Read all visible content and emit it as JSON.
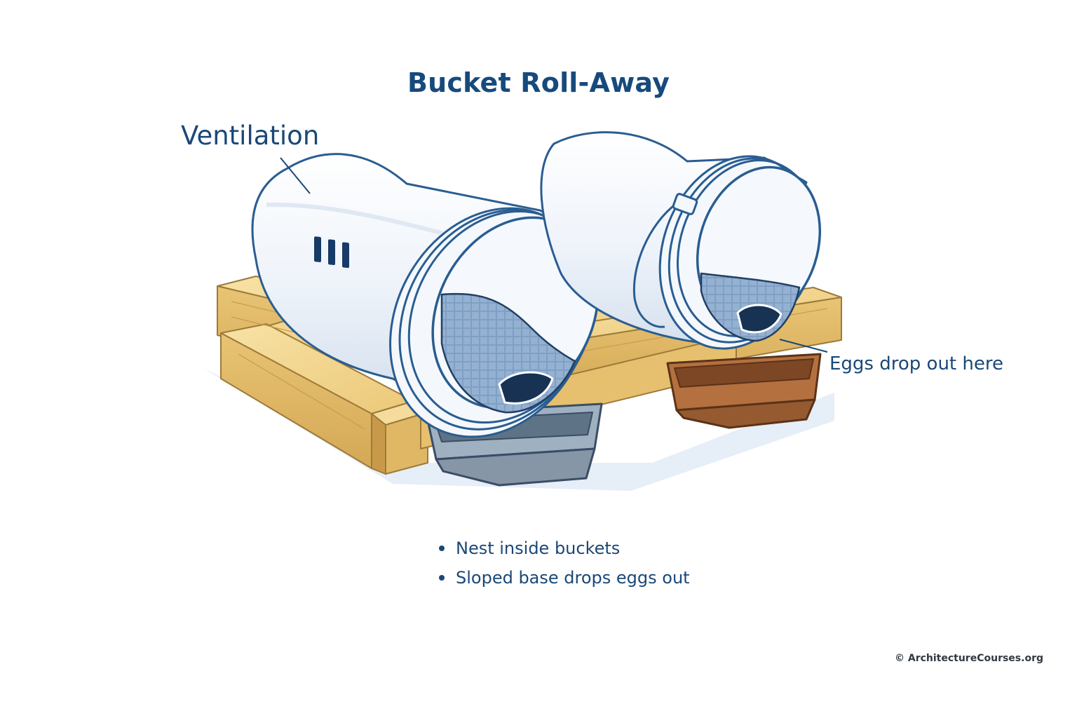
{
  "title": "Bucket Roll-Away",
  "callouts": {
    "ventilation": "Ventilation",
    "eggs_exit": "Eggs drop out here"
  },
  "notes": [
    "Nest inside buckets",
    "Sloped base drops eggs out"
  ],
  "copyright": "© ArchitectureCourses.org",
  "colors": {
    "title": "#174a7c",
    "label": "#1a4877",
    "wood": "#f3d590",
    "bucket": "#f3f7fc",
    "outline": "#2a5d91",
    "nest_floor": "#7c9ec4",
    "tray_grey": "#8f9fae",
    "tray_brown": "#a8673a"
  },
  "icons": [
    "ventilation-slots-icon",
    "egg-exit-hole-icon",
    "bucket-handle-icon"
  ]
}
